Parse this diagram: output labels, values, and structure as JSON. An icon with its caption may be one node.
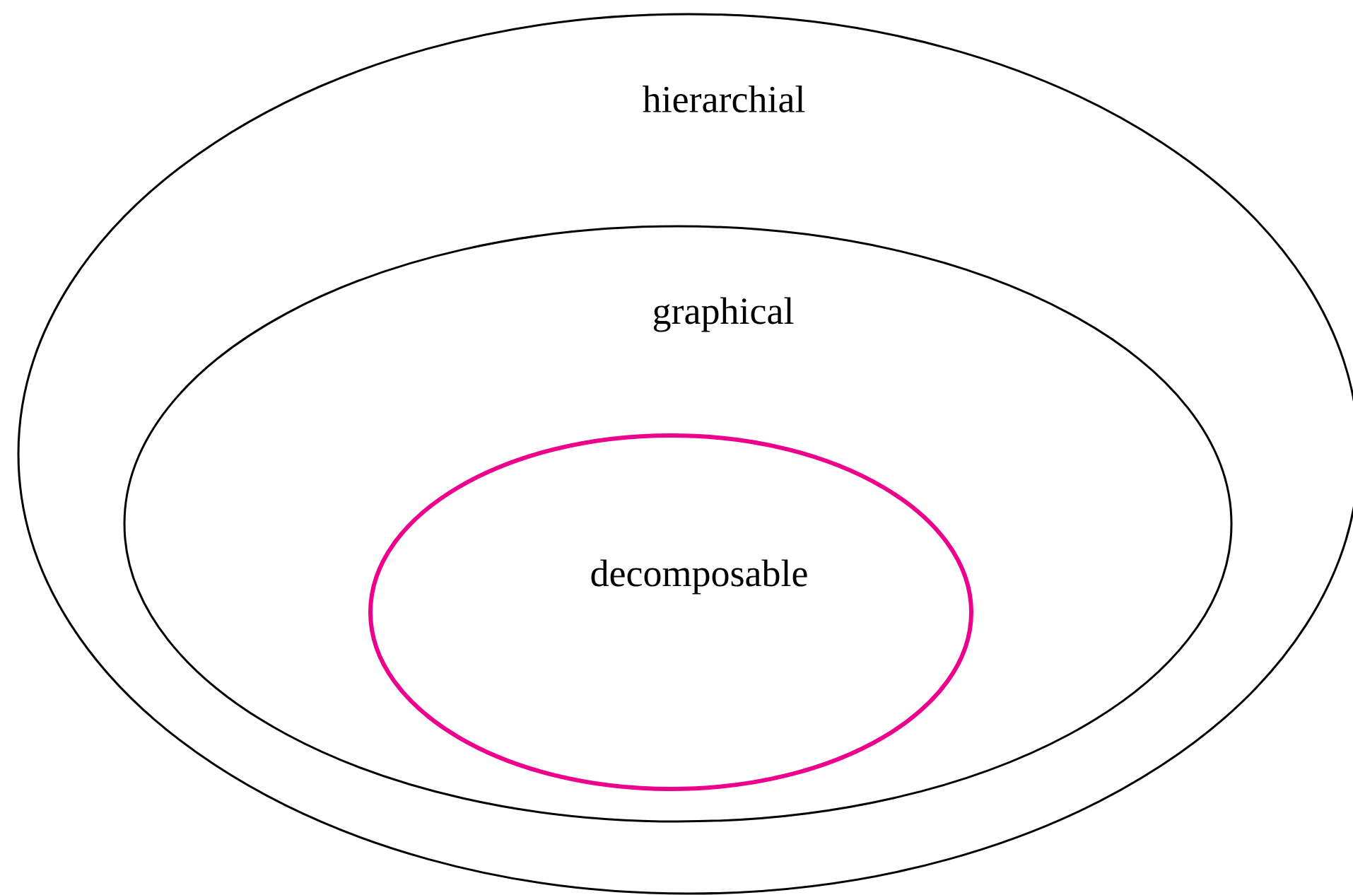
{
  "diagram": {
    "nodes": [
      {
        "text": [
          "hierarchial"
        ]
      },
      {
        "text": [
          "graphical"
        ],
        "in": 0
      },
      {
        "text": [
          "decomposable"
        ],
        "in": 1
      }
    ]
  }
}
